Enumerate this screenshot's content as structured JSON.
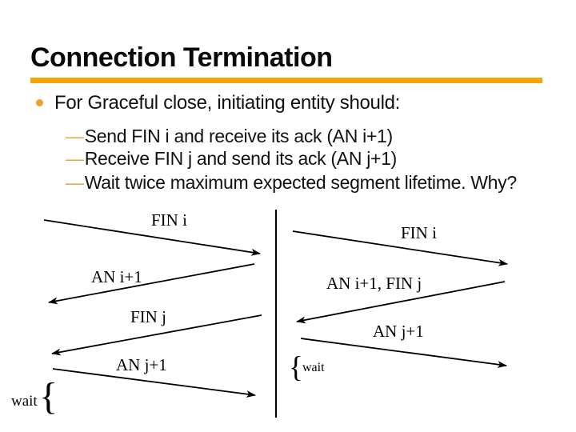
{
  "slide": {
    "title": "Connection Termination",
    "accent_color": "#f5a30a",
    "bullet_text": "For Graceful close, initiating entity should:",
    "sub_bullets": [
      {
        "dash": "—",
        "text": "Send FIN i and receive its ack (AN i+1)"
      },
      {
        "dash": "—",
        "text": "Receive FIN j and send its ack (AN j+1)"
      },
      {
        "dash": "—",
        "text": "Wait twice maximum expected segment lifetime. Why?"
      }
    ]
  },
  "diagrams": {
    "left": {
      "messages": [
        {
          "label": "FIN i",
          "direction": "left-to-right"
        },
        {
          "label": "AN i+1",
          "direction": "right-to-left"
        },
        {
          "label": "FIN j",
          "direction": "right-to-left"
        },
        {
          "label": "AN j+1",
          "direction": "left-to-right"
        }
      ],
      "wait_label": "wait",
      "brace": "{"
    },
    "right": {
      "messages": [
        {
          "label": "FIN i",
          "direction": "left-to-right"
        },
        {
          "label": "AN i+1, FIN j",
          "direction": "right-to-left"
        },
        {
          "label": "AN j+1",
          "direction": "left-to-right"
        }
      ],
      "wait_label": "wait",
      "brace": "{"
    }
  }
}
